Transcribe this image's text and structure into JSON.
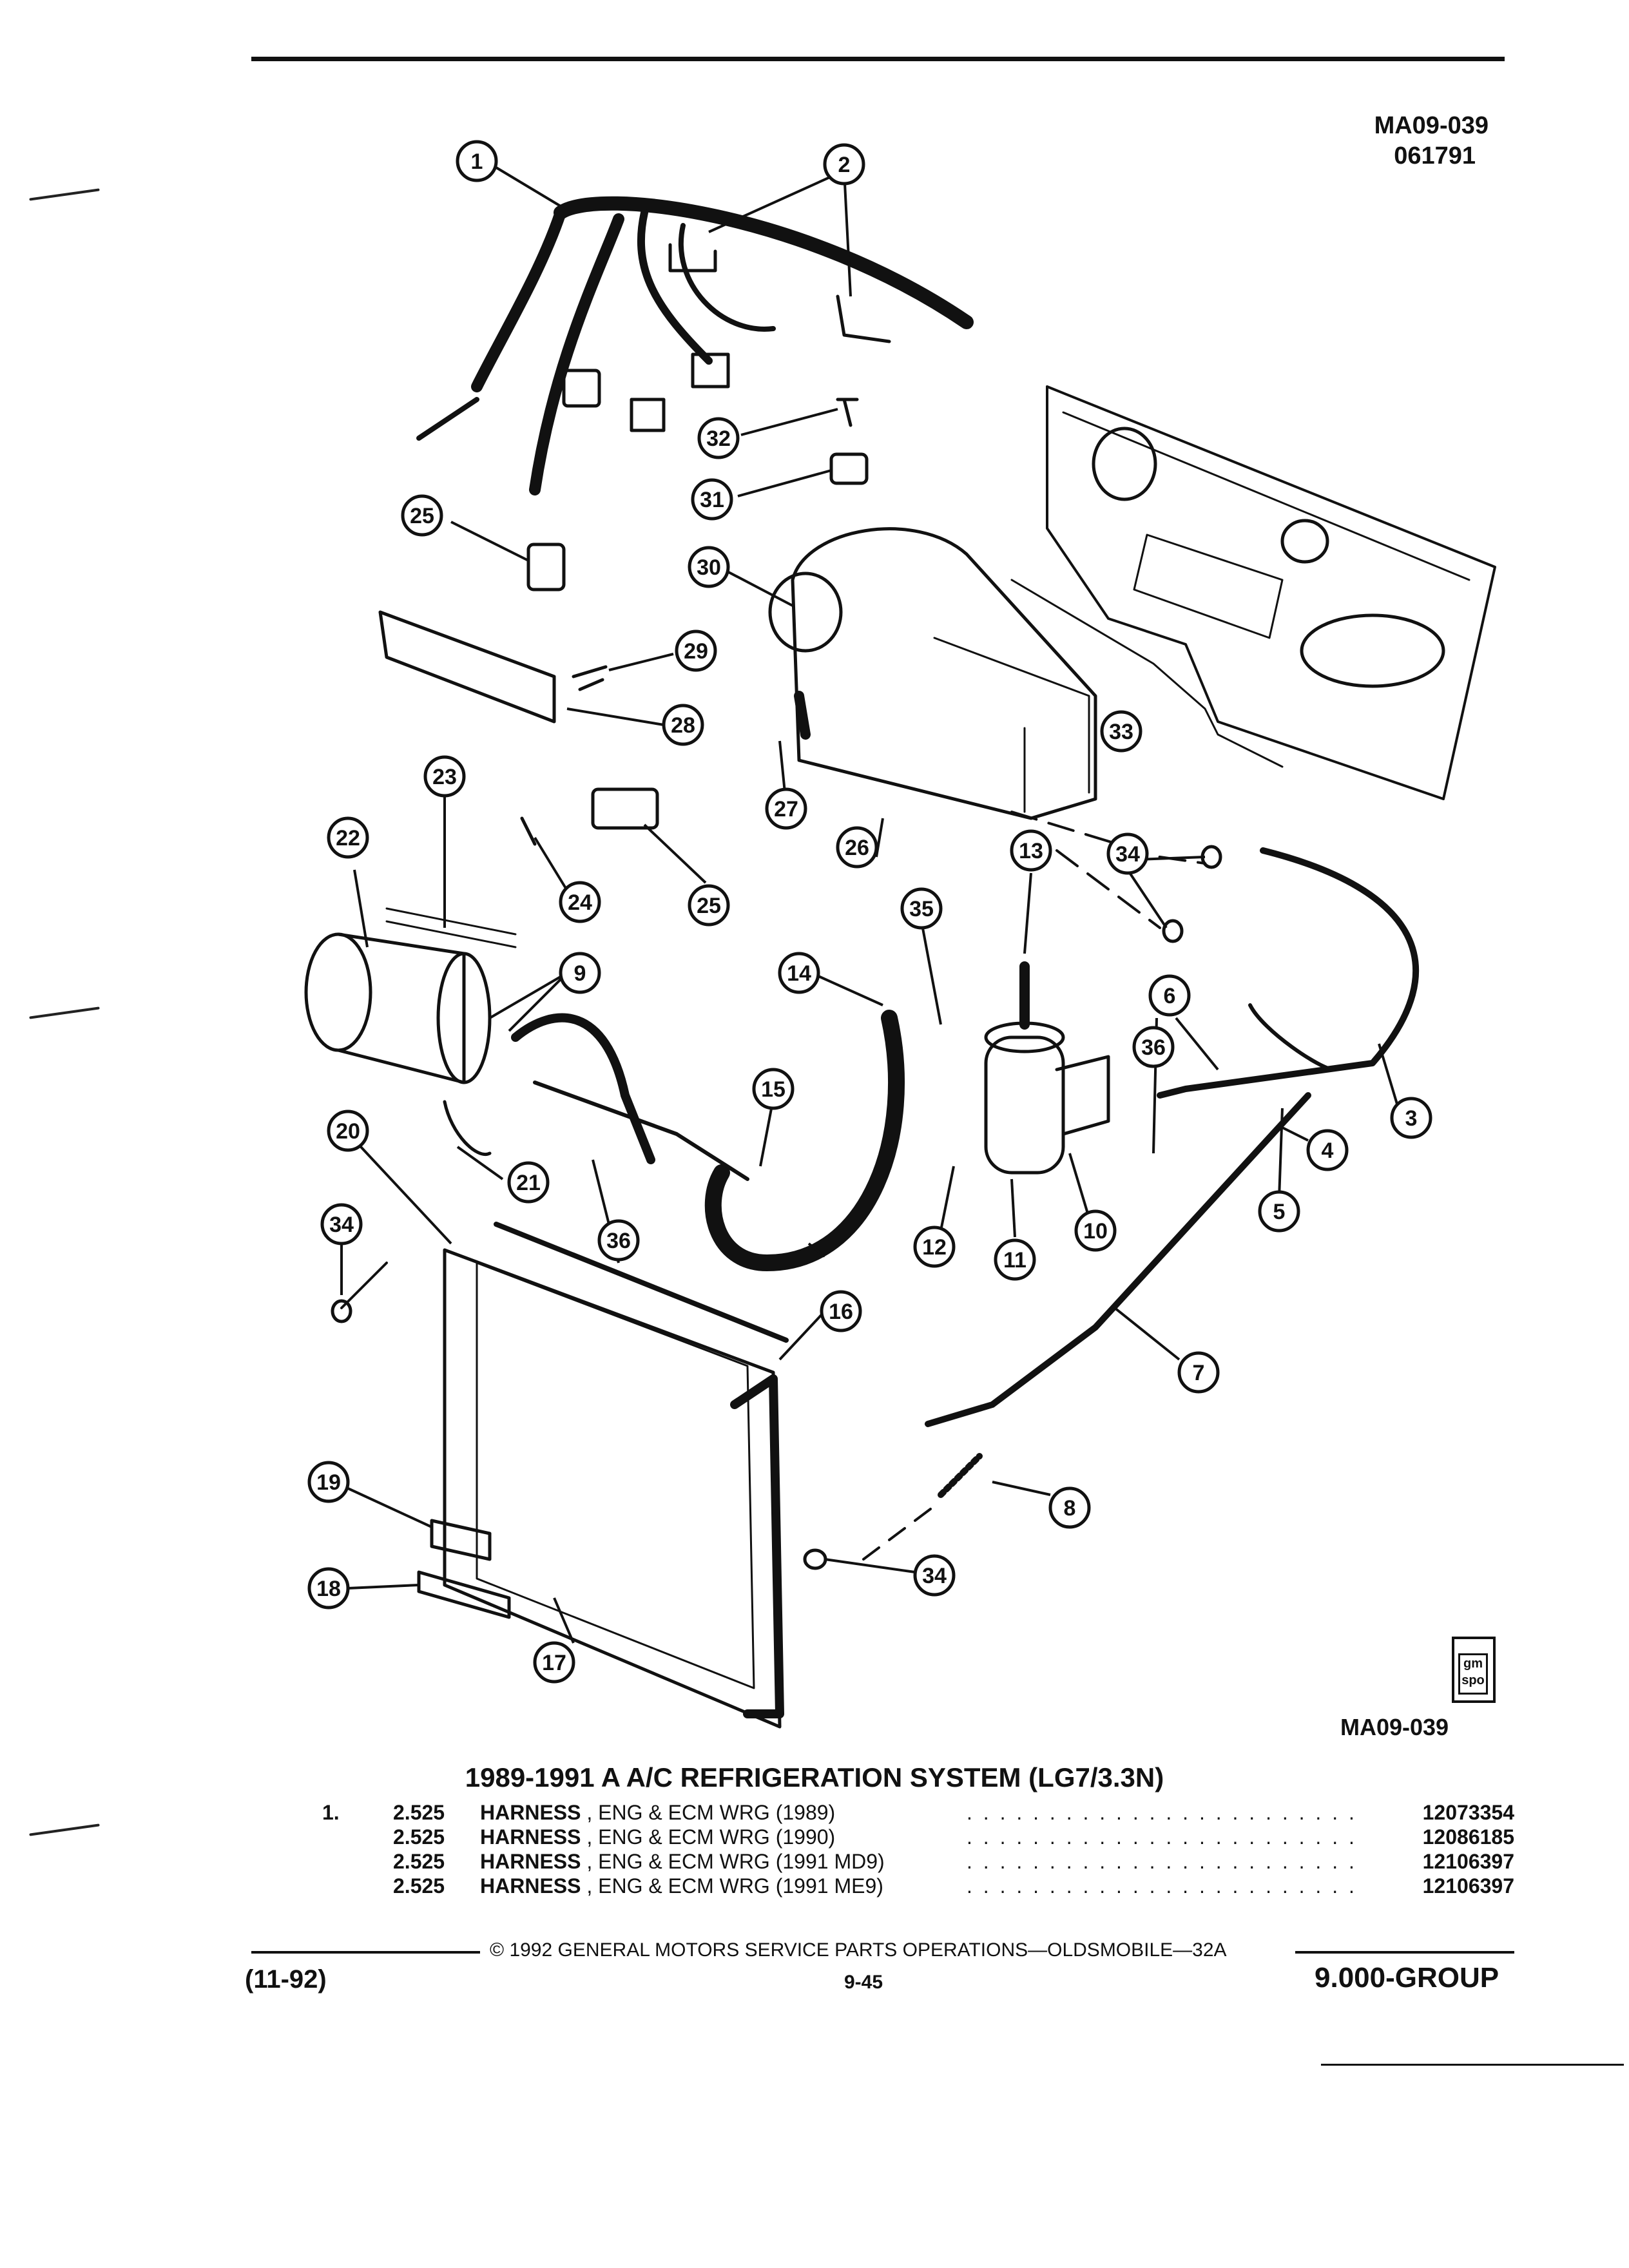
{
  "header": {
    "figure_id": "MA09-039",
    "date_code": "061791"
  },
  "figure_label_bottom": "MA09-039",
  "logo_text": "gm spo",
  "callouts": [
    "1",
    "2",
    "3",
    "4",
    "5",
    "6",
    "7",
    "8",
    "9",
    "10",
    "11",
    "12",
    "13",
    "14",
    "15",
    "16",
    "17",
    "18",
    "19",
    "20",
    "21",
    "22",
    "23",
    "24",
    "25",
    "26",
    "27",
    "28",
    "29",
    "30",
    "31",
    "32",
    "33",
    "34",
    "35",
    "36"
  ],
  "title": "1989-1991 A A/C REFRIGERATION SYSTEM (LG7/3.3N)",
  "parts": [
    {
      "item": "1.",
      "qty": "2.525",
      "name": "HARNESS",
      "desc": ", ENG & ECM WRG (1989)",
      "part_no": "12073354"
    },
    {
      "item": "",
      "qty": "2.525",
      "name": "HARNESS",
      "desc": ", ENG & ECM WRG (1990)",
      "part_no": "12086185"
    },
    {
      "item": "",
      "qty": "2.525",
      "name": "HARNESS",
      "desc": ", ENG & ECM WRG (1991 MD9)",
      "part_no": "12106397"
    },
    {
      "item": "",
      "qty": "2.525",
      "name": "HARNESS",
      "desc": ", ENG & ECM WRG (1991 ME9)",
      "part_no": "12106397"
    }
  ],
  "footer": {
    "copyright": "© 1992 GENERAL MOTORS SERVICE PARTS OPERATIONS—OLDSMOBILE—32A",
    "left": "(11-92)",
    "page": "9-45",
    "group": "9.000-GROUP"
  }
}
